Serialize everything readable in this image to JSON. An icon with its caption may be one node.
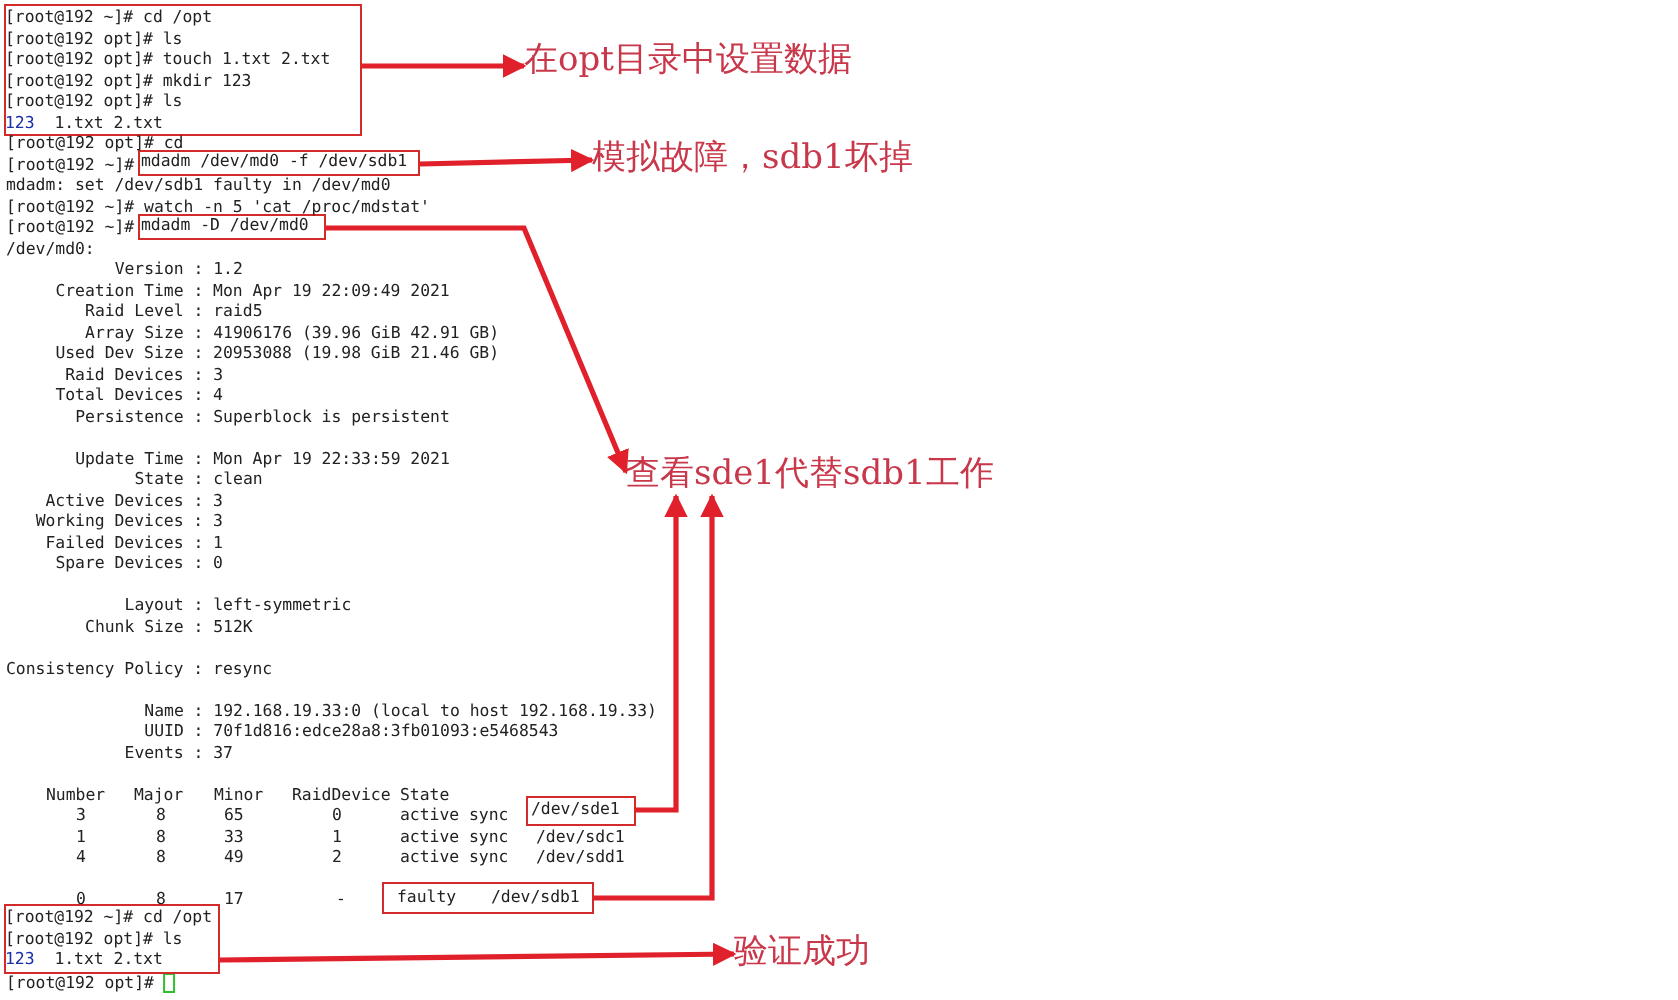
{
  "diagram": {
    "nodes": [
      {
        "text": [
          "[root@192 ~]# cd /opt",
          "[root@192 opt]# ls",
          "[root@192 opt]# touch 1.txt 2.txt",
          "[root@192 opt]# mkdir 123",
          "[root@192 opt]# ls",
          "123",
          "1.txt 2.txt"
        ]
      },
      {
        "text": [
          "在opt目录中设置数据"
        ]
      },
      {
        "text": [
          "mdadm /dev/md0 -f /dev/sdb1"
        ]
      },
      {
        "text": [
          "模拟故障，sdb1坏掉"
        ]
      },
      {
        "text": [
          "mdadm -D /dev/md0"
        ]
      },
      {
        "text": [
          "查看sde1代替sdb1工作"
        ]
      },
      {
        "text": [
          "/dev/sde1"
        ]
      },
      {
        "text": [
          "faulty",
          "/dev/sdb1"
        ]
      },
      {
        "text": [
          "[root@192 ~]# cd /opt",
          "[root@192 opt]# ls",
          "123",
          "1.txt 2.txt"
        ]
      },
      {
        "text": [
          "验证成功"
        ]
      }
    ],
    "edges": [
      {
        "from": 0,
        "to": 1,
        "arrow": "to"
      },
      {
        "from": 2,
        "to": 3,
        "arrow": "to"
      },
      {
        "from": 4,
        "to": 5,
        "arrow": "to"
      },
      {
        "from": 6,
        "to": 5,
        "arrow": "to"
      },
      {
        "from": 7,
        "to": 5,
        "arrow": "to"
      },
      {
        "from": 8,
        "to": 9,
        "arrow": "to"
      }
    ],
    "labels": [
      "[root@192 opt]# cd",
      "[root@192 ~]#",
      "mdadm: set /dev/sdb1 faulty in /dev/md0",
      "[root@192 ~]# watch -n 5 'cat /proc/mdstat'",
      "[root@192 ~]#",
      "/dev/md0:",
      "Version : 1.2",
      "Creation Time : Mon Apr 19 22:09:49 2021",
      "Raid Level : raid5",
      "Array Size : 41906176 (39.96 GiB 42.91 GB)",
      "Used Dev Size : 20953088 (19.98 GiB 21.46 GB)",
      "Raid Devices : 3",
      "Total Devices : 4",
      "Persistence : Superblock is persistent",
      "Update Time : Mon Apr 19 22:33:59 2021",
      "State : clean",
      "Active Devices : 3",
      "Working Devices : 3",
      "Failed Devices : 1",
      "Spare Devices : 0",
      "Layout : left-symmetric",
      "Chunk Size : 512K",
      "Consistency Policy : resync",
      "Name : 192.168.19.33:0 (local to host 192.168.19.33)",
      "UUID : 70f1d816:edce28a8:3fb01093:e5468543",
      "Events : 37",
      "Number",
      "Major",
      "Minor",
      "RaidDevice",
      "State",
      "3",
      "8",
      "65",
      "0",
      "active sync",
      "1",
      "8",
      "33",
      "1",
      "active sync",
      "/dev/sdc1",
      "4",
      "8",
      "49",
      "2",
      "active sync",
      "/dev/sdd1",
      "0",
      "8",
      "17",
      "-",
      "[root@192 opt]#"
    ]
  }
}
